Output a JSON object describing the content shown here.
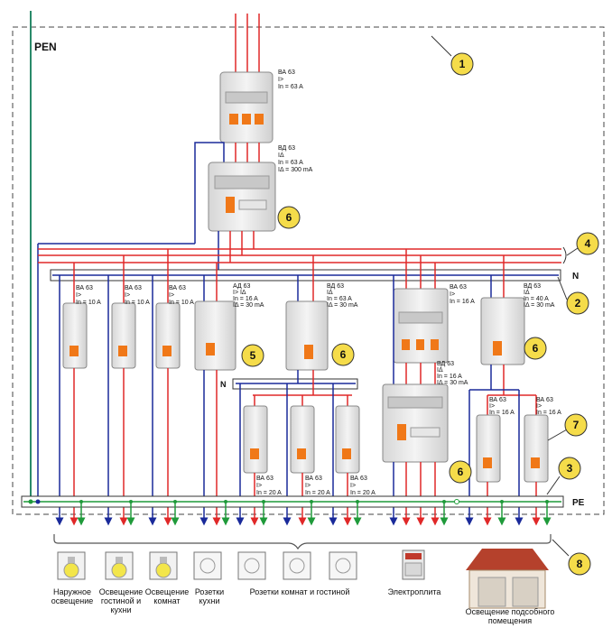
{
  "labels": {
    "pen": "PEN",
    "n_main": "N",
    "n_sub": "N",
    "pe": "PE"
  },
  "callouts": [
    "1",
    "2",
    "3",
    "4",
    "5",
    "6",
    "7",
    "8"
  ],
  "devices": {
    "main_breaker": [
      "ВА 63",
      "I>",
      "In = 63 A"
    ],
    "main_rcd": [
      "ВД 63",
      "IΔ",
      "In = 63 A",
      "IΔ = 300 mA"
    ],
    "br1": [
      "ВА 63",
      "I>",
      "In = 10 A"
    ],
    "br2": [
      "ВА 63",
      "I>",
      "In = 10 A"
    ],
    "br3": [
      "ВА 63",
      "I>",
      "In = 10 A"
    ],
    "ad63": [
      "АД 63",
      "I> IΔ",
      "In = 16 A",
      "IΔ = 30 mA"
    ],
    "vd_mid": [
      "ВД 63",
      "IΔ",
      "In = 63 A",
      "IΔ = 30 mA"
    ],
    "sub1": [
      "ВА 63",
      "I>",
      "In = 20 A"
    ],
    "sub2": [
      "ВА 63",
      "I>",
      "In = 20 A"
    ],
    "sub3": [
      "ВА 63",
      "I>",
      "In = 20 A"
    ],
    "br3p": [
      "ВА 63",
      "I>",
      "In = 16 A"
    ],
    "vd_3p": [
      "ВД 63",
      "IΔ",
      "In = 16 A",
      "IΔ = 30 mA"
    ],
    "vd_right": [
      "ВД 63",
      "IΔ",
      "In = 40 A",
      "IΔ = 30 mA"
    ],
    "r1": [
      "ВА 63",
      "I>",
      "In = 16 A"
    ],
    "r2": [
      "ВА 63",
      "I>",
      "In = 16 A"
    ]
  },
  "consumers": {
    "outdoor": "Наружное освещение",
    "living_kitchen": "Освещение гостиной и кухни",
    "rooms_light": "Освещение комнат",
    "kitchen_sockets": "Розетки кухни",
    "room_sockets": "Розетки комнат и гостиной",
    "stove": "Электроплита",
    "aux_light": "Освещение подсобного помещения"
  },
  "colors": {
    "phase": "#e02828",
    "neutral": "#1a2a9a",
    "pe": "#1f9a3a",
    "pen": "#2a8a6a",
    "accent": "#f07818",
    "callout_fill": "#f5dc4a"
  }
}
